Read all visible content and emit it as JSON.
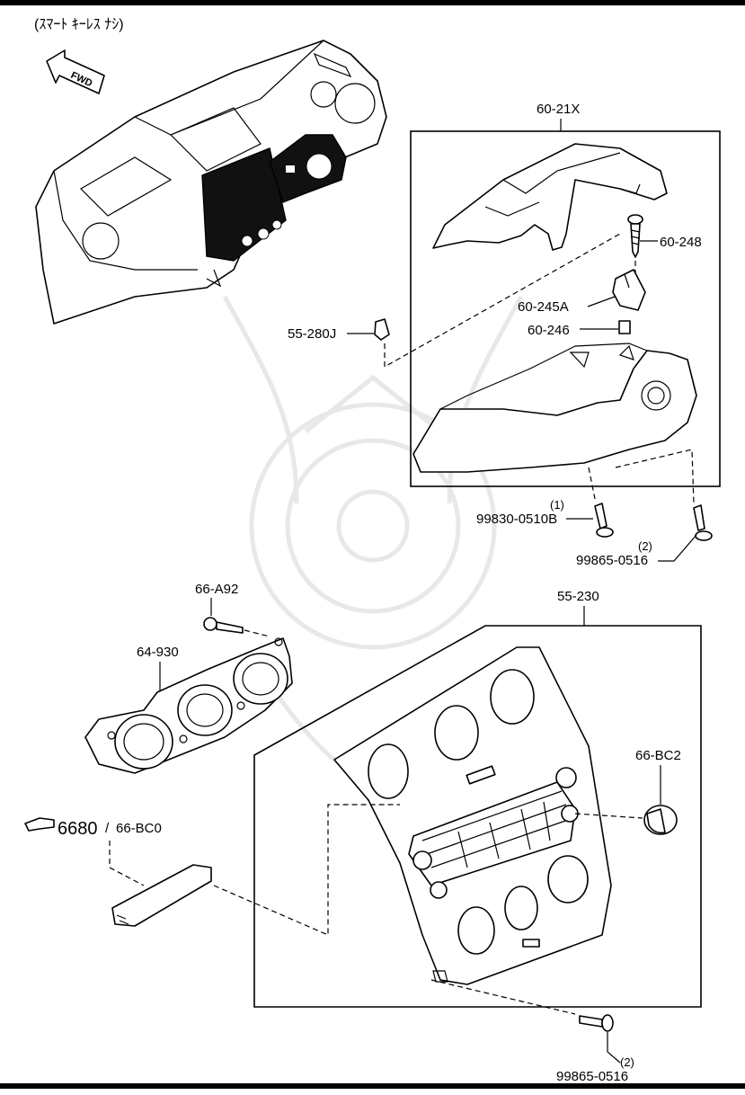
{
  "header": "(ｽﾏｰﾄ ｷｰﾚｽ ﾅｼ)",
  "fwd_label": "FWD",
  "callouts": {
    "box_upper": "60-21X",
    "screw_upper": "60-248",
    "bracket": "60-245A",
    "clip_small": "60-246",
    "clip_side": "55-280J",
    "screw_a_qty": "(1)",
    "screw_a": "99830-0510B",
    "screw_b_qty": "(2)",
    "screw_b": "99865-0516",
    "screw_vent": "66-A92",
    "vent_assembly": "64-930",
    "box_lower": "55-230",
    "cap": "66-BC2",
    "ref_number": "6680",
    "ref_separator": "/",
    "ref_code": "66-BC0",
    "screw_c_qty": "(2)",
    "screw_c": "99865-0516"
  }
}
